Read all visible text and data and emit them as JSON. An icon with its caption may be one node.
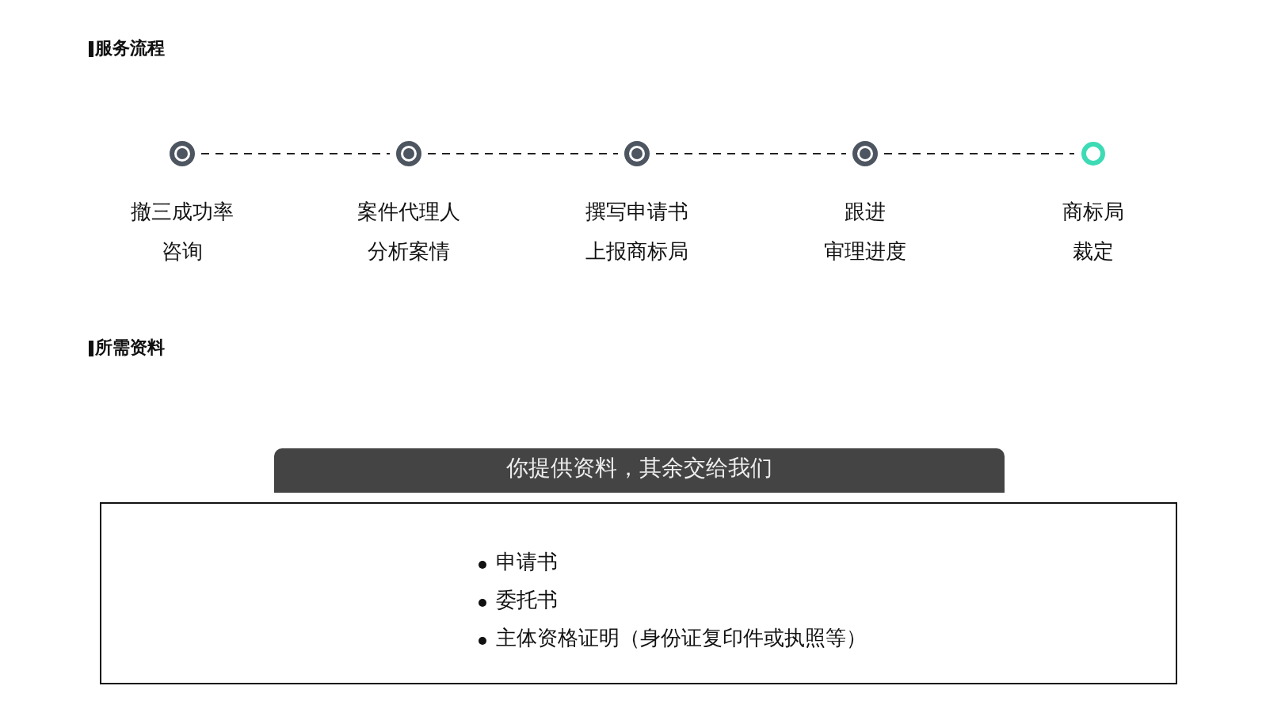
{
  "diagram": {
    "title": "服务流程",
    "nodes": [
      {
        "text": [],
        "shape": "circle",
        "beside": [
          "撤三成功率",
          "咨询"
        ]
      },
      {
        "text": [],
        "shape": "circle",
        "beside": [
          "案件代理人",
          "分析案情"
        ]
      },
      {
        "text": [],
        "shape": "circle",
        "beside": [
          "撰写申请书",
          "上报商标局"
        ]
      },
      {
        "text": [],
        "shape": "circle",
        "beside": [
          "跟进",
          "审理进度"
        ]
      },
      {
        "text": [],
        "shape": "circle",
        "beside": [
          "商标局",
          "裁定"
        ]
      },
      {
        "text": [
          "你提供资料，其余交给我们"
        ]
      },
      {
        "text": [
          "申请书",
          "委托书",
          "主体资格证明（身份证复印件或执照等）"
        ]
      }
    ],
    "edges": [
      {
        "from": 0,
        "to": 1,
        "arrow": "none",
        "style": "dashed"
      },
      {
        "from": 1,
        "to": 2,
        "arrow": "none",
        "style": "dashed"
      },
      {
        "from": 2,
        "to": 3,
        "arrow": "none",
        "style": "dashed"
      },
      {
        "from": 3,
        "to": 4,
        "arrow": "none",
        "style": "dashed"
      }
    ],
    "labels": [
      "所需资料"
    ]
  }
}
